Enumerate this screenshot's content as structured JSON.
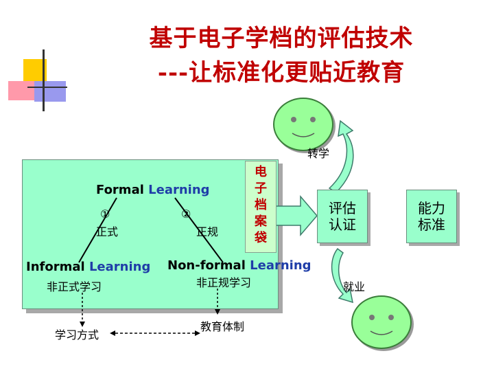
{
  "title": {
    "line1": "基于电子学档的评估技术",
    "line2": "---让标准化更贴近教育"
  },
  "diagram": {
    "formal_learning": {
      "en_dark": "Formal ",
      "en_blue": "Learning"
    },
    "informal_learning": {
      "en_dark": "Informal ",
      "en_blue": "Learning",
      "zh": "非正式学习"
    },
    "nonformal_learning": {
      "en_dark": "Non-formal ",
      "en_blue": "Learning",
      "zh": "非正规学习"
    },
    "marker_1": "①",
    "marker_1_label": "正式",
    "marker_2": "②",
    "marker_2_label": "正规",
    "eportfolio": [
      "电",
      "子",
      "档",
      "案",
      "袋"
    ],
    "assessment": [
      "评估",
      "认证"
    ],
    "ability_standard": [
      "能力",
      "标准"
    ],
    "transfer": "转学",
    "employment": "就业",
    "learning_mode": "学习方式",
    "education_system": "教育体制"
  },
  "colors": {
    "title_red": "#c00000",
    "box_green": "#99ffcc",
    "face_green": "#99ff99",
    "label_blue": "#1f3da8"
  }
}
